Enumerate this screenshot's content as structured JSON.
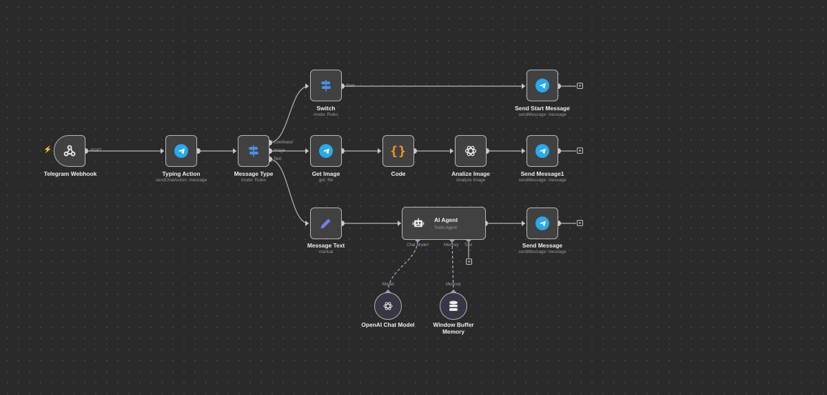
{
  "canvas": {
    "background": "#2a2a2a",
    "wire_color": "#b9b9b9"
  },
  "nodes": {
    "telegram_webhook": {
      "title": "Telegram Webhook",
      "icon": "webhook-icon",
      "output_label": "POST"
    },
    "typing_action": {
      "title": "Typing Action",
      "subtitle": "sendChatAction: message",
      "icon": "telegram-icon"
    },
    "message_type": {
      "title": "Message Type",
      "subtitle": "mode: Rules",
      "icon": "signpost-icon",
      "outputs": [
        "Command",
        "Image",
        "Text"
      ]
    },
    "switch": {
      "title": "Switch",
      "subtitle": "mode: Rules",
      "icon": "signpost-icon",
      "output_label": "Start"
    },
    "send_start_message": {
      "title": "Send Start Message",
      "subtitle": "sendMessage: message",
      "icon": "telegram-icon"
    },
    "get_image": {
      "title": "Get Image",
      "subtitle": "get: file",
      "icon": "telegram-icon"
    },
    "code": {
      "title": "Code",
      "icon": "code-braces-icon",
      "glyph": "{}"
    },
    "analize_image": {
      "title": "Analize Image",
      "subtitle": "Analyze Image",
      "icon": "openai-icon"
    },
    "send_message1": {
      "title": "Send Message1",
      "subtitle": "sendMessage: message",
      "icon": "telegram-icon"
    },
    "message_text": {
      "title": "Message Text",
      "subtitle": "manual",
      "icon": "pencil-icon"
    },
    "ai_agent": {
      "title": "AI Agent",
      "subtitle": "Tools Agent",
      "icon": "robot-icon",
      "inputs": [
        "Chat Model",
        "Memory",
        "Tool"
      ],
      "required_marker": "*"
    },
    "send_message": {
      "title": "Send Message",
      "subtitle": "sendMessage: message",
      "icon": "telegram-icon"
    },
    "openai_chat_model": {
      "title": "OpenAI Chat Model",
      "icon": "openai-icon",
      "port_label": "Model"
    },
    "window_buffer_memory": {
      "title": "Window Buffer Memory",
      "icon": "database-icon",
      "port_label": "Memory"
    }
  },
  "add_button_label": "+"
}
